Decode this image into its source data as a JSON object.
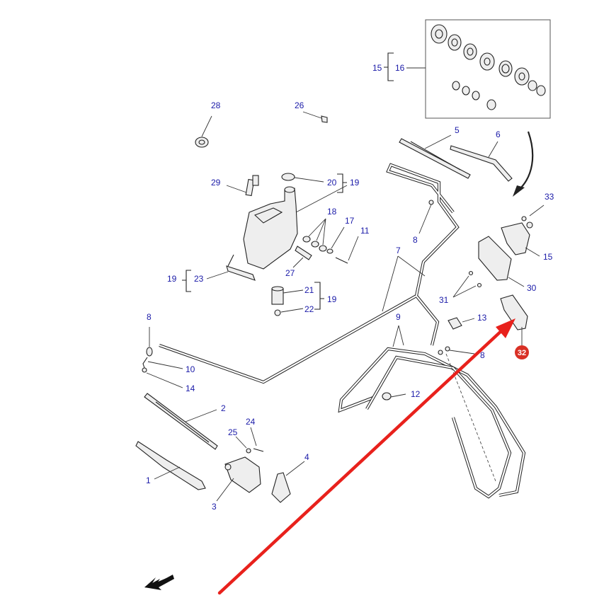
{
  "diagram": {
    "callouts": {
      "c1": "1",
      "c2": "2",
      "c3": "3",
      "c4": "4",
      "c5": "5",
      "c6": "6",
      "c7": "7",
      "c8a": "8",
      "c8b": "8",
      "c8c": "8",
      "c9": "9",
      "c10": "10",
      "c11": "11",
      "c12": "12",
      "c13": "13",
      "c14": "14",
      "c15a": "15",
      "c15b": "15",
      "c16": "16",
      "c17": "17",
      "c18": "18",
      "c19a": "19",
      "c19b": "19",
      "c19c": "19",
      "c20": "20",
      "c21": "21",
      "c22": "22",
      "c23": "23",
      "c24": "24",
      "c25": "25",
      "c26": "26",
      "c27": "27",
      "c28": "28",
      "c29": "29",
      "c30": "30",
      "c31": "31",
      "c32": "32",
      "c33": "33"
    },
    "colors": {
      "callout_text": "#1a1aa8",
      "highlight_badge": "#d93025",
      "arrow": "#e8211c",
      "line_art": "#222222"
    },
    "highlighted_part": "32",
    "icons": {
      "direction_arrow": "front-direction-arrow-icon",
      "pointer_arrow": "red-pointer-arrow"
    }
  }
}
